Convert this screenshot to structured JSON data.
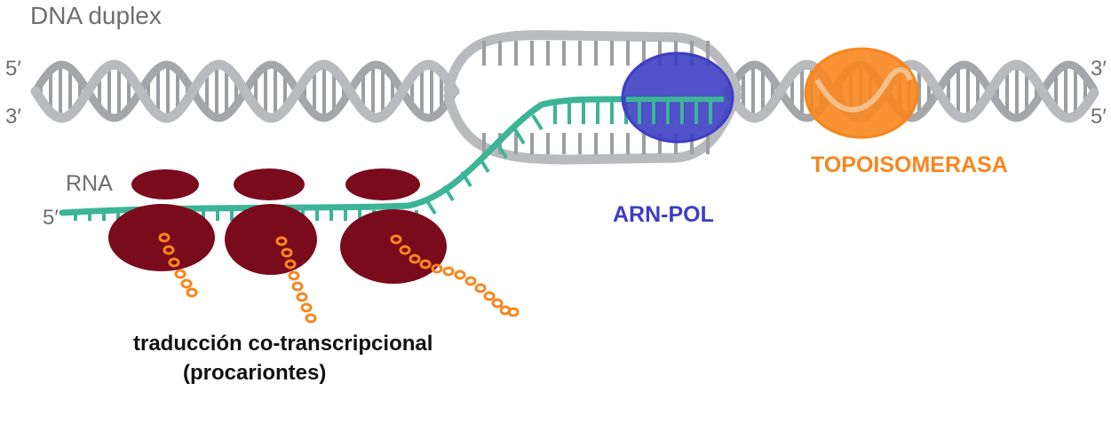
{
  "diagram": {
    "title": "DNA duplex",
    "dna_left_top_end": "5′",
    "dna_left_bottom_end": "3′",
    "dna_right_top_end": "3′",
    "dna_right_bottom_end": "5′",
    "rna_label": "RNA",
    "rna_end": "5′",
    "topoisomerase_label": "TOPOISOMERASA",
    "rna_polymerase_label": "ARN-POL",
    "caption_line1": "traducción co-transcripcional",
    "caption_line2": "(procariontes)"
  },
  "colors": {
    "dna_strand": "#b9babd",
    "dna_rung": "#9d9ea1",
    "rna": "#3bb595",
    "ribosome": "#7a0b1c",
    "polypeptide": "#f7861f",
    "rna_polymerase": "#3e3ec4",
    "topoisomerase": "#f7861f"
  },
  "ribosome_count": 3
}
